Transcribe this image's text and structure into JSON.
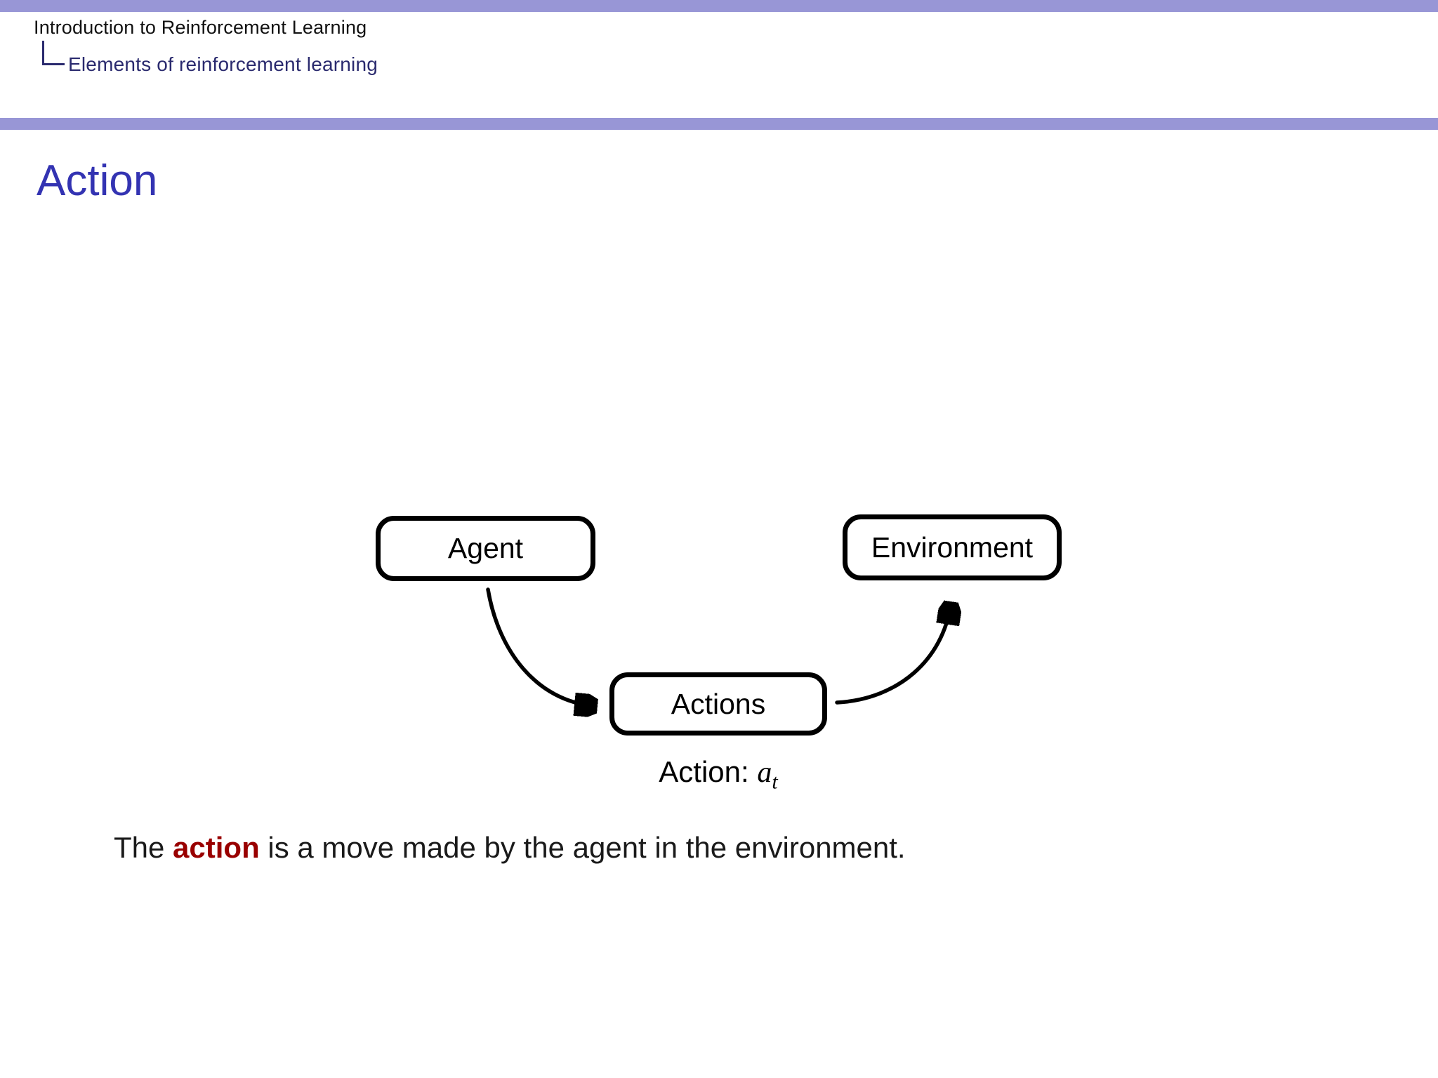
{
  "slide": {
    "header": {
      "breadcrumb_title": "Introduction to Reinforcement Learning",
      "breadcrumb_section": "Elements of reinforcement learning"
    },
    "title": "Action",
    "diagram": {
      "agent_box": "Agent",
      "environment_box": "Environment",
      "actions_box": "Actions",
      "caption_prefix": "Action: ",
      "caption_symbol": "a",
      "caption_subscript": "t"
    },
    "body_text": {
      "prefix": "The ",
      "emphasis": "action",
      "suffix": " is a move made by the agent in the environment."
    },
    "colors": {
      "bar": "#9896D6",
      "title": "#3333B2",
      "section": "#2A2A6E",
      "header_text": "#111111",
      "emphasis": "#990000",
      "diagram_ink": "#000000"
    }
  }
}
